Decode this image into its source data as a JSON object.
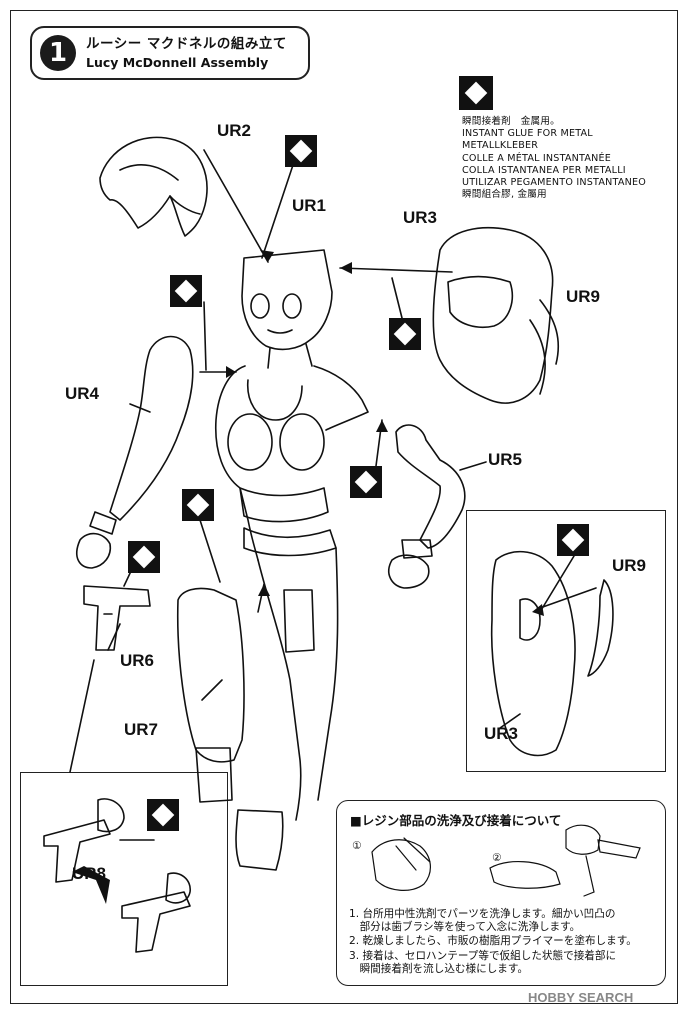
{
  "header": {
    "step_number": "1",
    "title_jp": "ルーシー マクドネルの組み立て",
    "title_en": "Lucy McDonnell Assembly"
  },
  "glue_legend": {
    "icon": "diamond-glue-symbol",
    "lines": [
      "瞬間接着剤　金属用。",
      "INSTANT GLUE FOR METAL",
      "METALLKLEBER",
      "COLLE A MÉTAL INSTANTANÉE",
      "COLLA ISTANTANEA PER METALLI",
      "UTILIZAR PEGAMENTO INSTANTANEO",
      "瞬間組合膠, 金屬用"
    ]
  },
  "parts": {
    "ur1": "UR1",
    "ur2": "UR2",
    "ur3": "UR3",
    "ur4": "UR4",
    "ur5": "UR5",
    "ur6": "UR6",
    "ur7": "UR7",
    "ur8": "UR8",
    "ur9": "UR9",
    "inset_ur9": "UR9",
    "inset_ur3": "UR3"
  },
  "info": {
    "title": "■レジン部品の洗浄及び接着について",
    "step_marks": [
      "①",
      "②"
    ],
    "lines": [
      "1. 台所用中性洗剤でパーツを洗浄します。細かい凹凸の",
      "　部分は歯ブラシ等を使って入念に洗浄します。",
      "2. 乾燥しましたら、市販の樹脂用プライマーを塗布します。",
      "3. 接着は、セロハンテープ等で仮組した状態で接着部に",
      "　瞬間接着剤を流し込む様にします。"
    ]
  },
  "watermark": "HOBBY SEARCH",
  "colors": {
    "ink": "#111111",
    "paper": "#ffffff",
    "watermark": "#888888"
  }
}
